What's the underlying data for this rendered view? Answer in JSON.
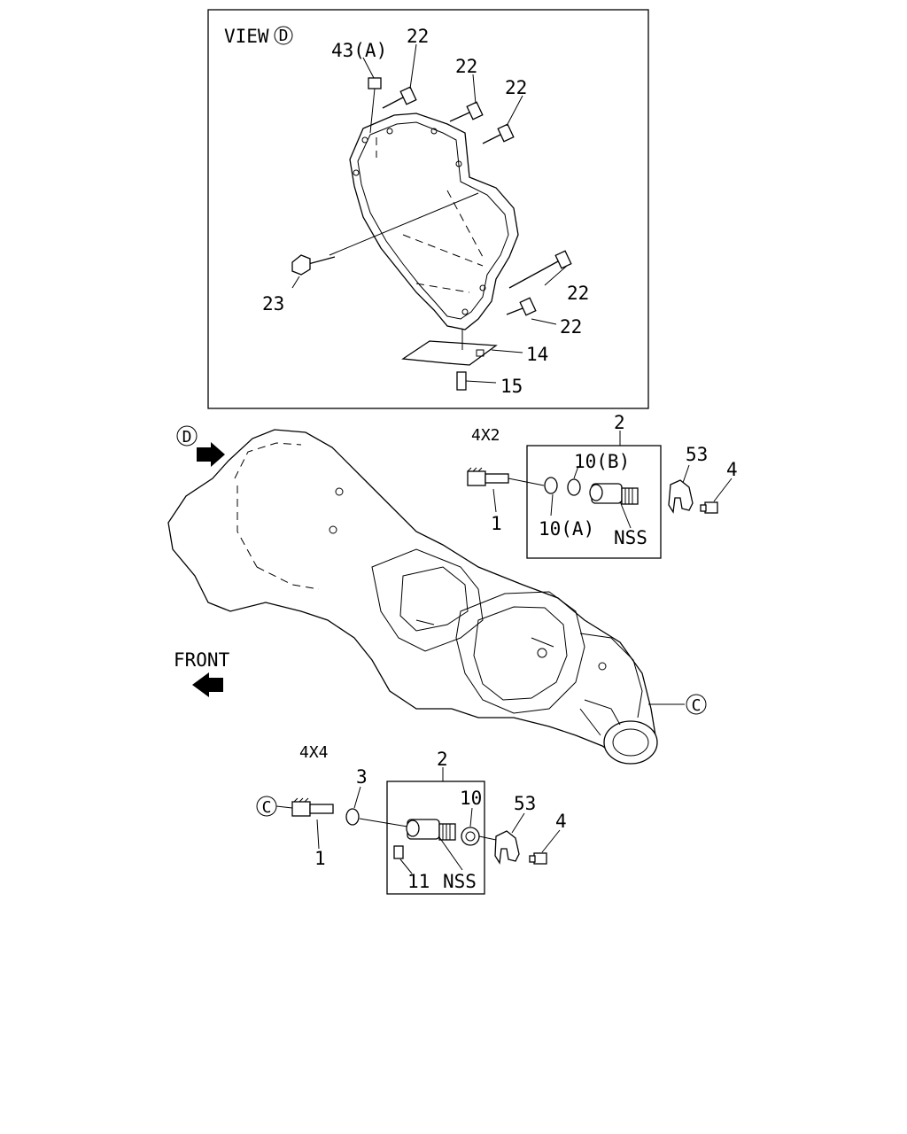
{
  "view": {
    "label": "VIEW",
    "ref": "D"
  },
  "front_label": "FRONT",
  "ref_d": "D",
  "ref_c": "C",
  "ref_c2": "C",
  "sections": {
    "x2": "4X2",
    "x4": "4X4"
  },
  "callouts": {
    "p43a": "43(A)",
    "p22a": "22",
    "p22b": "22",
    "p22c": "22",
    "p22d": "22",
    "p22e": "22",
    "p23": "23",
    "p14": "14",
    "p15": "15",
    "x2_2": "2",
    "x2_10b": "10(B)",
    "x2_10a": "10(A)",
    "x2_1": "1",
    "x2_nss": "NSS",
    "x2_53": "53",
    "x2_4": "4",
    "x4_2": "2",
    "x4_3": "3",
    "x4_10": "10",
    "x4_53": "53",
    "x4_4": "4",
    "x4_1": "1",
    "x4_11": "11",
    "x4_nss": "NSS"
  }
}
